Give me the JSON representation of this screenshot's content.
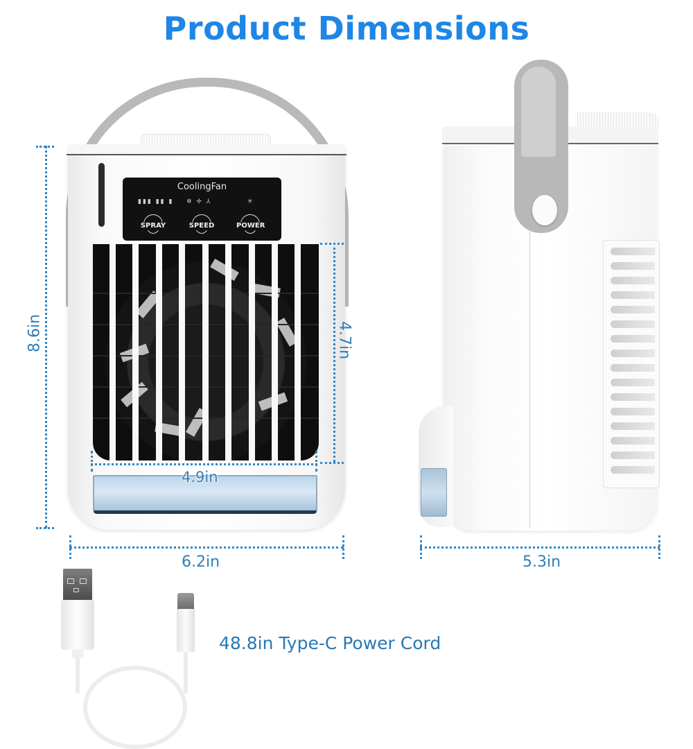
{
  "title": "Product Dimensions",
  "colors": {
    "title": "#1e86e6",
    "dimension_line": "#2f86c8",
    "dimension_text": "#2f7fb8",
    "device_body": "#ffffff",
    "handle": "#b9b9b9",
    "panel": "#111111",
    "water_tank": "#bcd5ea"
  },
  "front_view": {
    "control_panel": {
      "brand": "CoolingFan",
      "indicators": {
        "spray": "▮▮▮ ▮▮ ▮",
        "speed": "✲ ✢ ⅄",
        "power": "✳"
      },
      "buttons": [
        {
          "label": "SPRAY"
        },
        {
          "label": "SPEED"
        },
        {
          "label": "POWER"
        }
      ]
    },
    "dimensions": {
      "height": "8.6in",
      "grille_height": "4.7in",
      "grille_width": "4.9in",
      "width": "6.2in"
    }
  },
  "side_view": {
    "dimensions": {
      "depth": "5.3in"
    }
  },
  "accessory": {
    "cable_label": "48.8in Type-C Power Cord",
    "connectors": [
      "USB-A",
      "Type-C"
    ]
  }
}
